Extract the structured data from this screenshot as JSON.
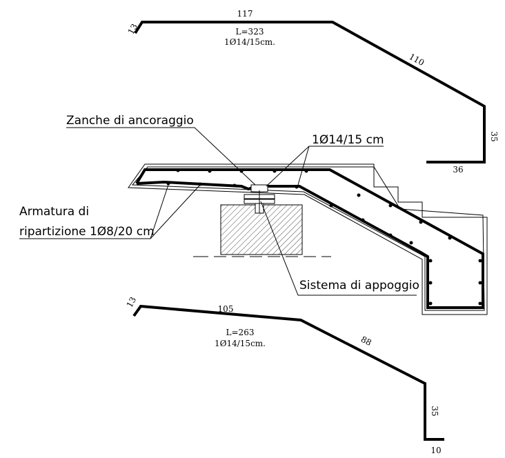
{
  "upper_bar": {
    "dim_hook": "13",
    "dim_top": "117",
    "dim_slope": "110",
    "dim_vertical": "35",
    "dim_bottom": "36",
    "length": "L=323",
    "spec": "1Ø14/15cm."
  },
  "lower_bar": {
    "dim_hook": "13",
    "dim_top": "105",
    "dim_slope": "88",
    "dim_vertical": "35",
    "dim_bottom": "10",
    "length": "L=263",
    "spec": "1Ø14/15cm."
  },
  "section_labels": {
    "anchors": "Zanche di ancoraggio",
    "main_bars": "1Ø14/15 cm",
    "distribution_line1": "Armatura di",
    "distribution_line2": "ripartizione 1Ø8/20 cm",
    "support": "Sistema di appoggio"
  }
}
